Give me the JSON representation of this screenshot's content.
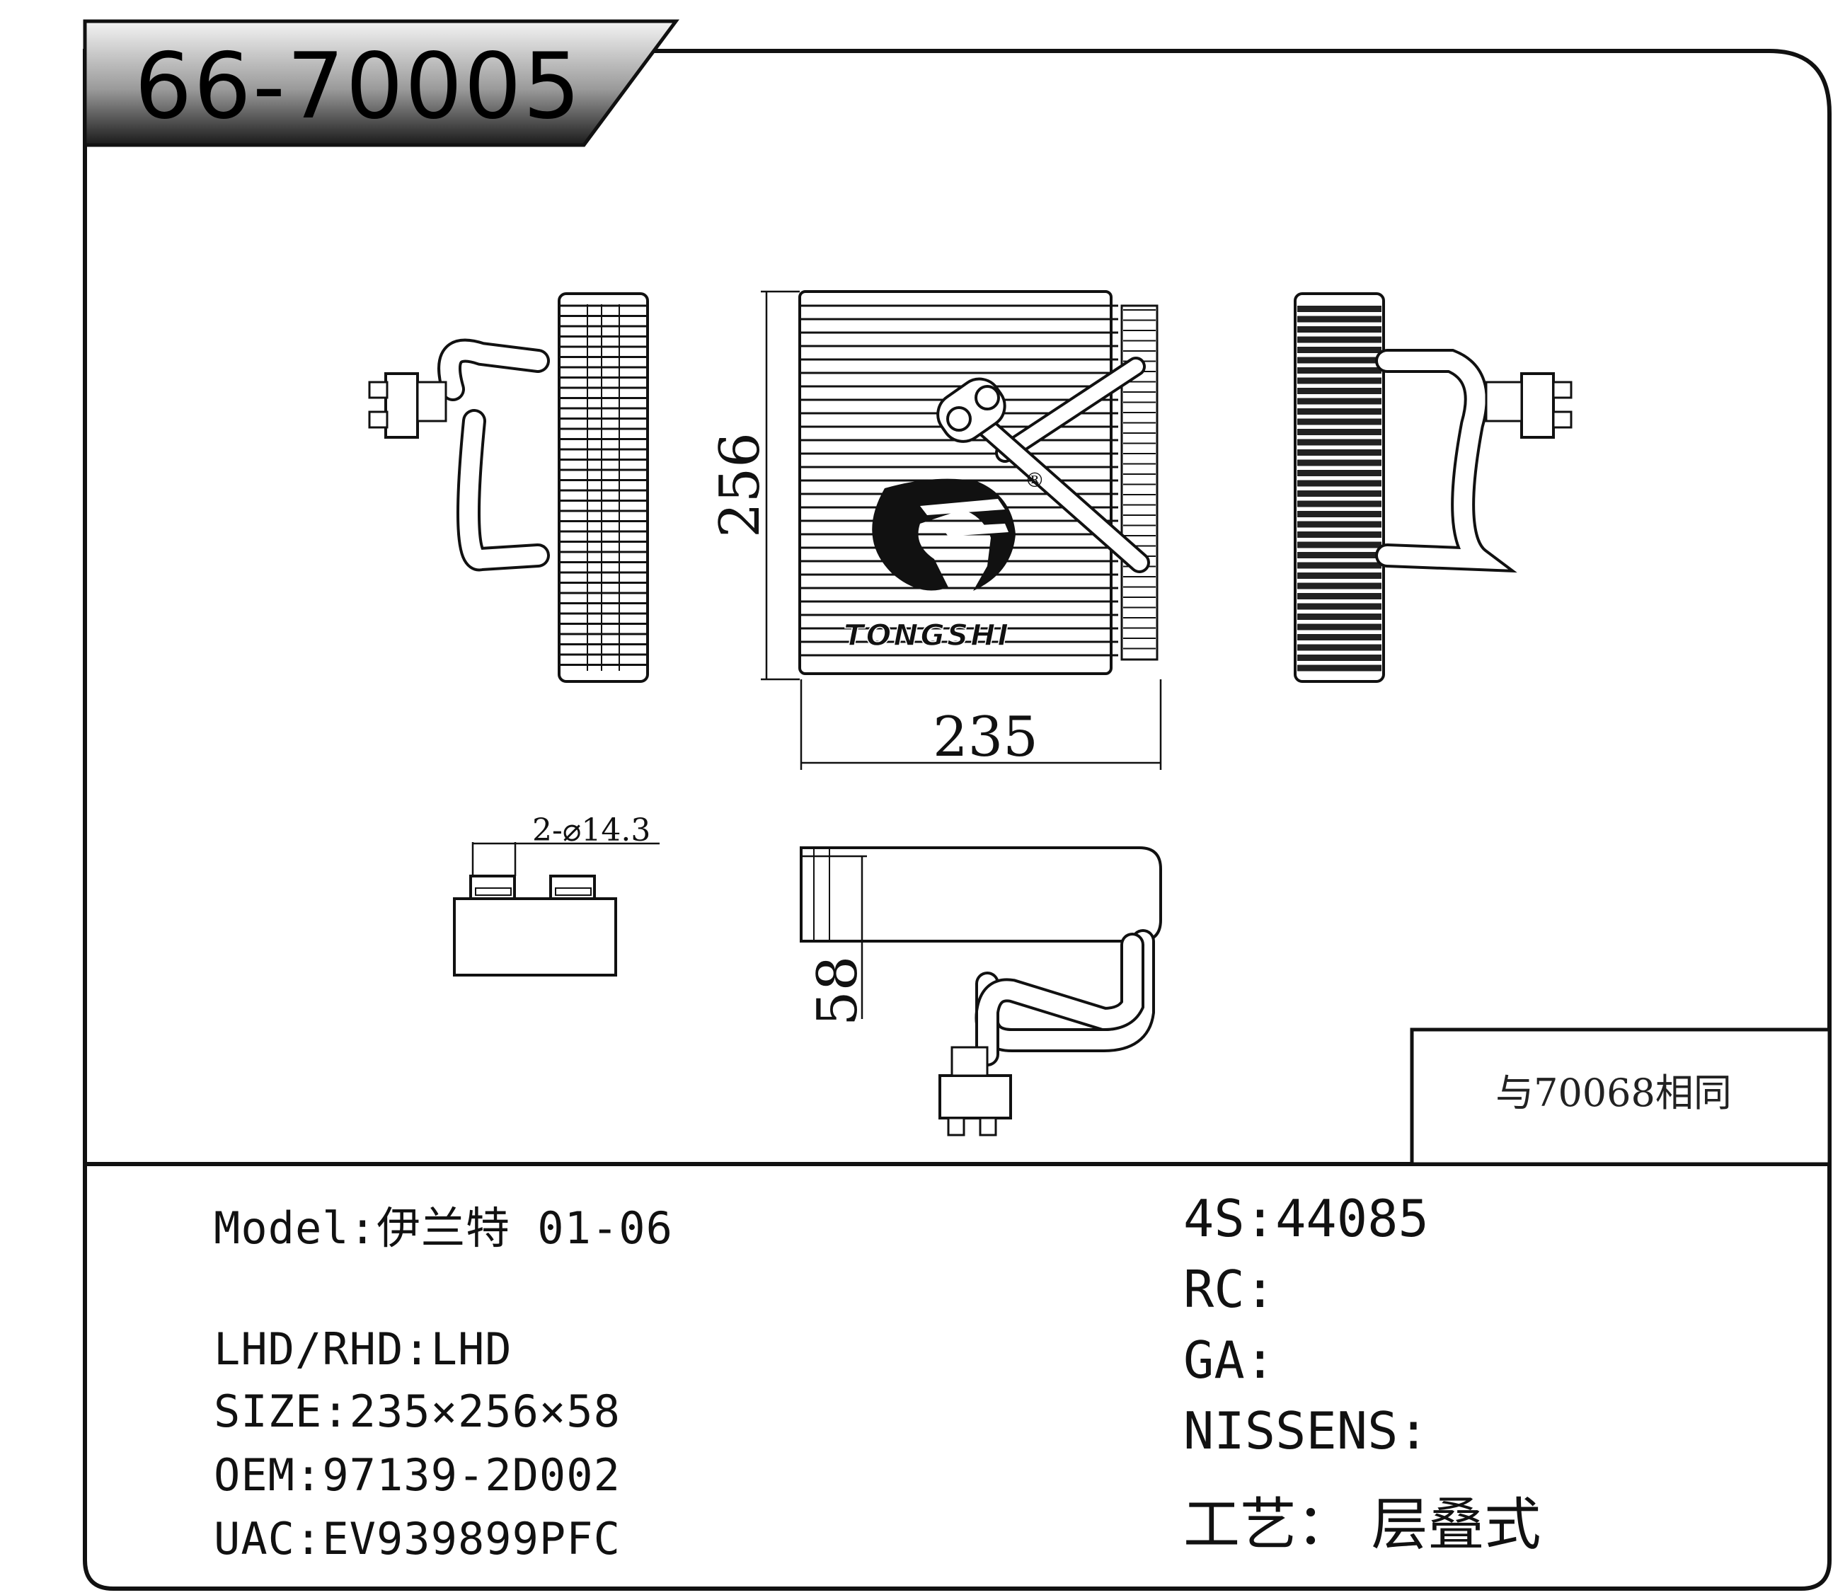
{
  "header": {
    "part_number": "66-70005"
  },
  "drawing": {
    "dim_height": "256",
    "dim_width": "235",
    "dim_depth": "58",
    "dim_port": "2-⌀14.3",
    "brand_logo_text": "TONGSHI"
  },
  "note": "与70068相同",
  "specs_left": [
    {
      "label": "Model",
      "value": "伊兰特 01-06"
    },
    {
      "label": "LHD/RHD",
      "value": "LHD"
    },
    {
      "label": "SIZE",
      "value": "235×256×58"
    },
    {
      "label": "OEM",
      "value": "97139-2D002"
    },
    {
      "label": "UAC",
      "value": "EV939899PFC"
    }
  ],
  "specs_right": [
    {
      "label": "4S",
      "value": "44085"
    },
    {
      "label": "RC",
      "value": ""
    },
    {
      "label": "GA",
      "value": ""
    },
    {
      "label": "NISSENS",
      "value": ""
    },
    {
      "label": "工艺",
      "value": "层叠式"
    }
  ],
  "colors": {
    "ink": "#111111",
    "header_dark": "#1a1a1a",
    "header_light": "#f2f2f2"
  }
}
